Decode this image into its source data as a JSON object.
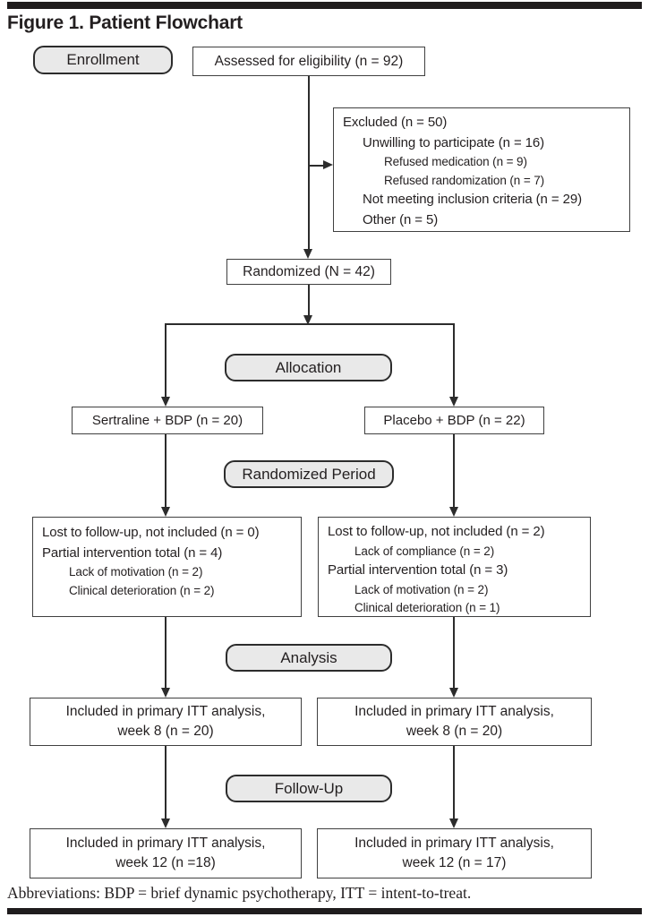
{
  "figure": {
    "title": "Figure 1. Patient Flowchart",
    "footnote": "Abbreviations: BDP = brief dynamic psychotherapy, ITT = intent-to-treat."
  },
  "colors": {
    "ink": "#231f20",
    "box_border": "#404040",
    "stage_fill": "#e9e9e9",
    "stage_border": "#2c2c2c",
    "connector": "#2c2c2c",
    "rule_bar": "#1f1c1d"
  },
  "stages": {
    "enrollment": "Enrollment",
    "allocation": "Allocation",
    "randomized_period": "Randomized Period",
    "analysis": "Analysis",
    "follow_up": "Follow-Up"
  },
  "flow": {
    "assessed": {
      "label": "Assessed for eligibility (n = 92)"
    },
    "excluded": {
      "lines": [
        {
          "text": "Excluded (n = 50)"
        },
        {
          "text": "Unwilling to participate (n = 16)"
        },
        {
          "text": "Refused medication (n = 9)"
        },
        {
          "text": "Refused randomization (n = 7)"
        },
        {
          "text": "Not meeting inclusion criteria (n = 29)"
        },
        {
          "text": "Other (n = 5)"
        }
      ]
    },
    "randomized": {
      "label": "Randomized (N = 42)"
    },
    "arms": {
      "sertraline": {
        "label": "Sertraline + BDP (n = 20)"
      },
      "placebo": {
        "label": "Placebo + BDP (n = 22)"
      }
    },
    "randomized_period": {
      "left": {
        "lines": [
          {
            "text": "Lost to follow-up, not included (n = 0)"
          },
          {
            "text": "Partial intervention total (n = 4)"
          },
          {
            "text": "Lack of motivation (n = 2)"
          },
          {
            "text": "Clinical deterioration (n = 2)"
          }
        ]
      },
      "right": {
        "lines": [
          {
            "text": "Lost to follow-up, not included (n = 2)"
          },
          {
            "text": "Lack of compliance (n = 2)"
          },
          {
            "text": "Partial intervention total (n = 3)"
          },
          {
            "text": "Lack of motivation (n = 2)"
          },
          {
            "text": "Clinical deterioration (n = 1)"
          }
        ]
      }
    },
    "week8": {
      "left": {
        "line1": "Included in primary ITT analysis,",
        "line2": "week 8 (n = 20)"
      },
      "right": {
        "line1": "Included in primary ITT analysis,",
        "line2": "week 8 (n = 20)"
      }
    },
    "week12": {
      "left": {
        "line1": "Included in primary ITT analysis,",
        "line2": "week 12 (n =18)"
      },
      "right": {
        "line1": "Included in primary ITT analysis,",
        "line2": "week 12 (n = 17)"
      }
    }
  }
}
